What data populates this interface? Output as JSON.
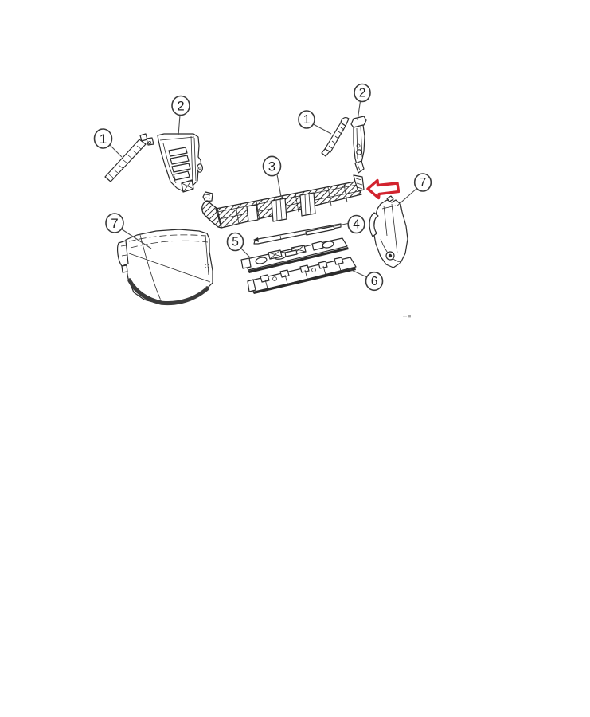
{
  "diagram": {
    "type": "exploded-parts-diagram",
    "background_color": "#ffffff",
    "line_color": "#2b2b2b",
    "callouts": [
      {
        "id": "callout-1-left",
        "label": "1"
      },
      {
        "id": "callout-2-left",
        "label": "2"
      },
      {
        "id": "callout-1-right",
        "label": "1"
      },
      {
        "id": "callout-2-right",
        "label": "2"
      },
      {
        "id": "callout-3",
        "label": "3"
      },
      {
        "id": "callout-4",
        "label": "4"
      },
      {
        "id": "callout-5",
        "label": "5"
      },
      {
        "id": "callout-6",
        "label": "6"
      },
      {
        "id": "callout-7-left",
        "label": "7"
      },
      {
        "id": "callout-7-right",
        "label": "7"
      }
    ],
    "highlight_arrow": {
      "direction": "left",
      "color": "#d2232e"
    }
  }
}
